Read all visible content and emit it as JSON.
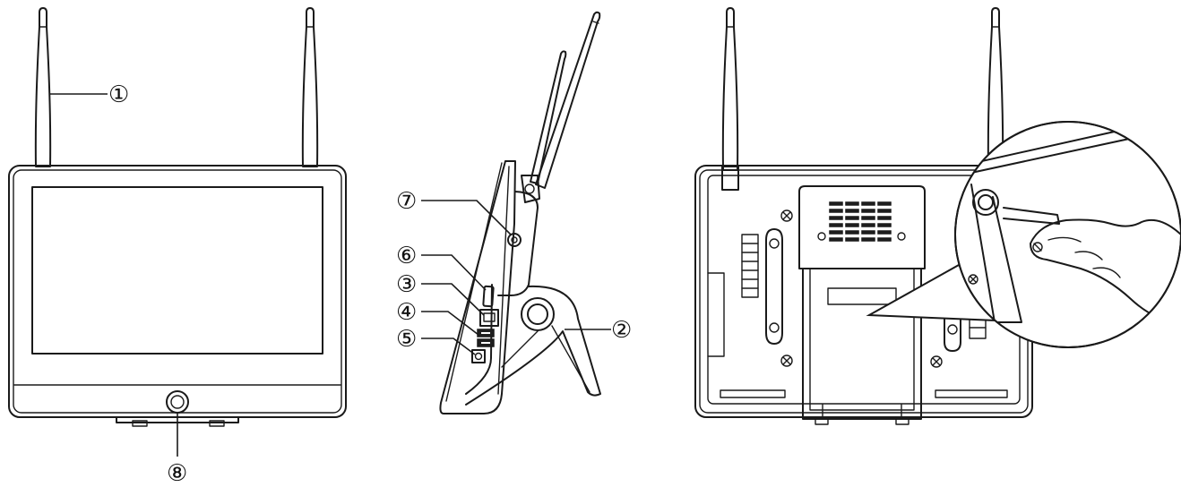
{
  "callouts": [
    {
      "id": "1",
      "text": "①"
    },
    {
      "id": "2",
      "text": "②"
    },
    {
      "id": "3",
      "text": "③"
    },
    {
      "id": "4",
      "text": "④"
    },
    {
      "id": "5",
      "text": "⑤"
    },
    {
      "id": "6",
      "text": "⑥"
    },
    {
      "id": "7",
      "text": "⑦"
    },
    {
      "id": "8",
      "text": "⑧"
    }
  ],
  "colors": {
    "line": "#1a1a1a",
    "screen": "#ffffff",
    "background": "#ffffff"
  }
}
